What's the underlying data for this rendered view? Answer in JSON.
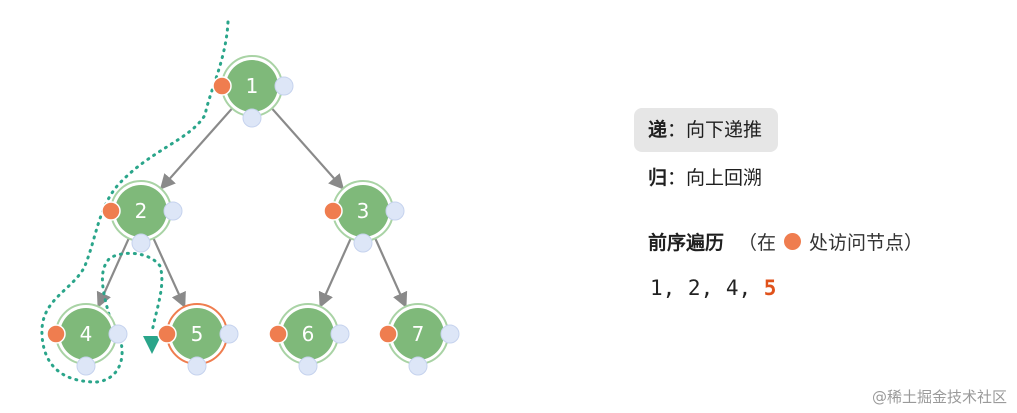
{
  "colors": {
    "node_fill": "#7fb97a",
    "node_ring": "#a9d3a5",
    "visit_dot": "#ef7d4f",
    "side_dot": "#dde6f7",
    "edge": "#8a8a8a",
    "path": "#2aa58a",
    "current_ring": "#ef7d4f"
  },
  "tree": {
    "nodes": [
      {
        "id": 1,
        "label": "1",
        "state": "visited"
      },
      {
        "id": 2,
        "label": "2",
        "state": "visited"
      },
      {
        "id": 3,
        "label": "3",
        "state": "unvisited"
      },
      {
        "id": 4,
        "label": "4",
        "state": "visited"
      },
      {
        "id": 5,
        "label": "5",
        "state": "current"
      },
      {
        "id": 6,
        "label": "6",
        "state": "unvisited"
      },
      {
        "id": 7,
        "label": "7",
        "state": "unvisited"
      }
    ],
    "edges": [
      [
        1,
        2
      ],
      [
        1,
        3
      ],
      [
        2,
        4
      ],
      [
        2,
        5
      ],
      [
        3,
        6
      ],
      [
        3,
        7
      ]
    ]
  },
  "legend": {
    "recurse": {
      "key": "递",
      "colon": "：",
      "text": "向下递推"
    },
    "return": {
      "key": "归",
      "colon": "：",
      "text": "向上回溯"
    }
  },
  "traversal": {
    "title": "前序遍历",
    "note_prefix": "（在",
    "note_suffix": "处访问节点）",
    "visited": "1, 2, 4, ",
    "current": "5"
  },
  "watermark": "@稀土掘金技术社区"
}
